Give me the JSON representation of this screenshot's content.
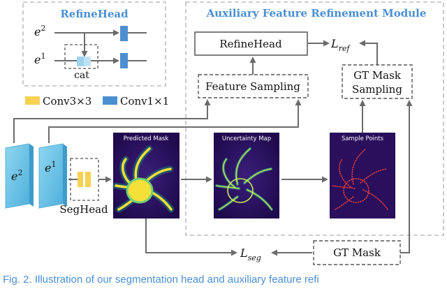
{
  "refinehead_panel": {
    "title": "RefineHead",
    "e2": "e",
    "e2_sup": "2",
    "e1": "e",
    "e1_sup": "1",
    "cat_label": "cat"
  },
  "legend": {
    "conv3": "Conv3×3",
    "conv1": "Conv1×1"
  },
  "afrm": {
    "title": "Auxiliary Feature Refinement Module",
    "refinehead_box": "RefineHead",
    "feature_sampling": "Feature Sampling",
    "gt_mask_sampling_line1": "GT Mask",
    "gt_mask_sampling_line2": "Sampling",
    "l_ref": "L",
    "l_ref_sub": "ref"
  },
  "main": {
    "e2": "e",
    "e2_sup": "2",
    "e1": "e",
    "e1_sup": "1",
    "seghead": "SegHead",
    "predicted_mask": "Predicted Mask",
    "uncertainty_map": "Uncertainty Map",
    "sample_points": "Sample Points",
    "gt_mask": "GT Mask",
    "l_seg": "L",
    "l_seg_sub": "seg"
  },
  "caption": "Fig. 2.   Illustration of our segmentation head and auxiliary feature refi",
  "colors": {
    "accent_blue": "#4a8fd4",
    "conv3_yellow": "#f7d154",
    "conv1_blue": "#4b8fd0",
    "feature_blue": "#6fc3e6",
    "dark_bg": "#2a0f5c"
  }
}
